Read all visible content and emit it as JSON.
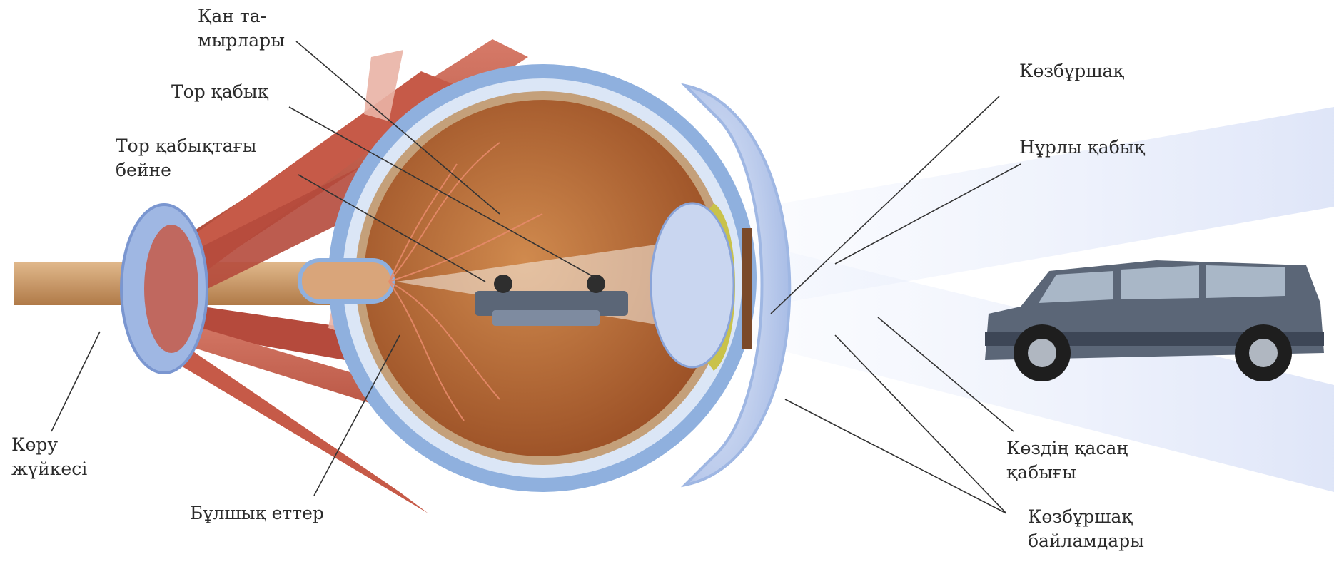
{
  "labels": {
    "blood_vessels": [
      "Қан та-",
      "мырлары"
    ],
    "retina": [
      "Тор қабық"
    ],
    "retina_image": [
      "Тор қабықтағы",
      "бейне"
    ],
    "optic_nerve": [
      "Көру",
      "жүйкесі"
    ],
    "muscles": [
      "Бұлшық еттер"
    ],
    "lens": [
      "Көзбұршақ"
    ],
    "iris": [
      "Нұрлы қабық"
    ],
    "ciliary_body": [
      "Көздің қасаң",
      "қабығы"
    ],
    "lens_ligaments": [
      "Көзбұршақ",
      "байламдары"
    ]
  },
  "colors": {
    "label_text": "#2b2b2b",
    "leader_line": "#333333",
    "muscle": "#b54a3c",
    "muscle_light": "#d97b6a",
    "sclera": "#7ea6d8",
    "choroid": "#c4a07a",
    "eyeball_inside": "#b86a35",
    "lens": "#c9d6f0",
    "ciliary": "#c9c24a",
    "nerve": "#c89a6a",
    "light_beam": "#cfd9f5",
    "car_body": "#5b6677"
  },
  "icons": {
    "car": "car-icon",
    "inverted_car": "inverted-car-icon"
  }
}
